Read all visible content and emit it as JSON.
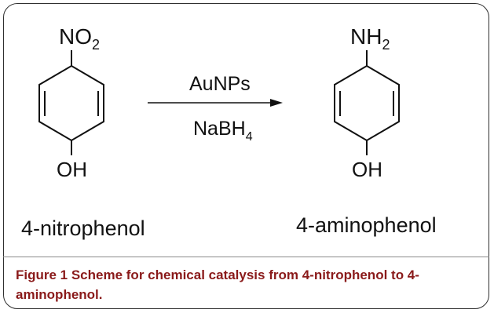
{
  "scheme": {
    "reactant": {
      "top_group": "NO",
      "top_group_sub": "2",
      "bottom_group": "OH",
      "name": "4-nitrophenol"
    },
    "product": {
      "top_group": "NH",
      "top_group_sub": "2",
      "bottom_group": "OH",
      "name": "4-aminophenol"
    },
    "arrow": {
      "above": "AuNPs",
      "below_main": "NaBH",
      "below_sub": "4"
    }
  },
  "caption": {
    "label": "Figure 1",
    "text": " Scheme for chemical catalysis from 4-nitrophenol to 4-aminophenol."
  },
  "colors": {
    "caption": "#8a1a1a",
    "border": "#2f2f2f",
    "ink": "#111111"
  }
}
